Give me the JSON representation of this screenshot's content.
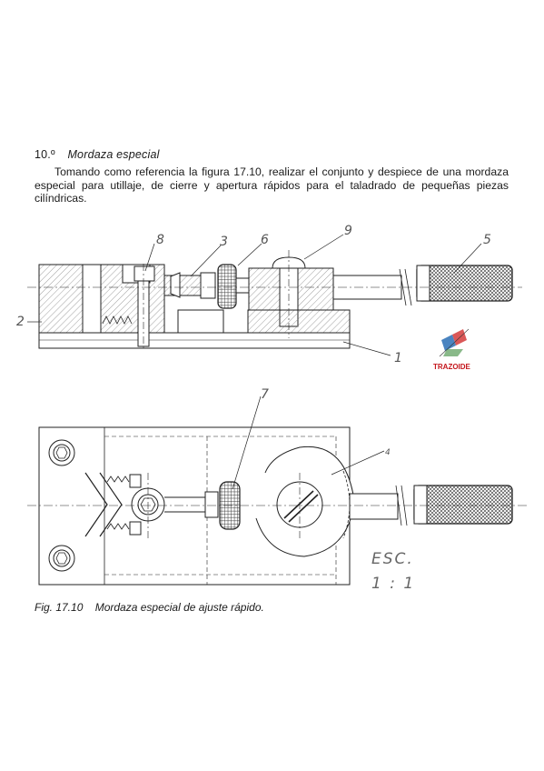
{
  "section": {
    "number": "10.º",
    "title": "Mordaza especial"
  },
  "paragraph": "Tomando como referencia la figura 17.10, realizar el conjunto y despiece de una mordaza especial para utillaje, de cierre y apertura rápidos para el taladrado de pequeñas piezas cilíndricas.",
  "callouts": {
    "c8": "8",
    "c3": "3",
    "c6": "6",
    "c9": "9",
    "c5": "5",
    "c2": "2",
    "c1": "1",
    "c7": "7",
    "c4": "4"
  },
  "scale": {
    "line1": "ESC.",
    "line2": "1 : 1"
  },
  "logo": {
    "text": "TRAZOIDE",
    "color": "#c4161c"
  },
  "caption": {
    "label": "Fig. 17.10",
    "text": "Mordaza especial de ajuste rápido."
  }
}
